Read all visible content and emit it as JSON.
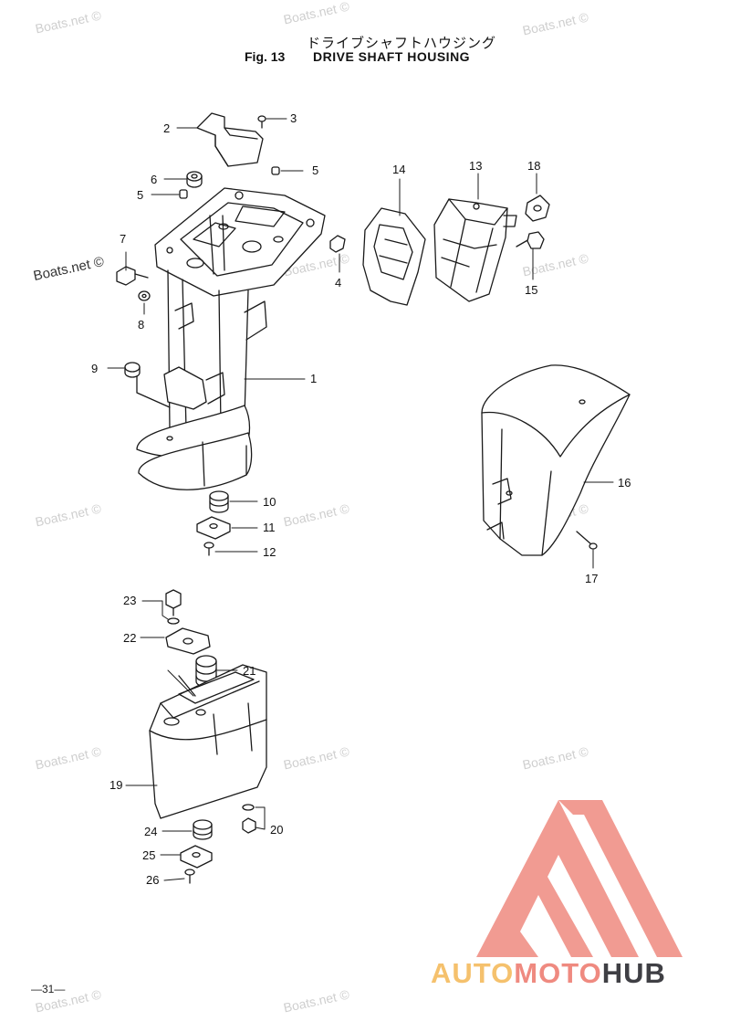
{
  "header": {
    "title_jp": "ドライブシャフトハウジング",
    "fig_label": "Fig. 13",
    "title_en": "DRIVE SHAFT HOUSING"
  },
  "page_number": "—31—",
  "watermark": {
    "text": "Boats.net ©"
  },
  "brand": {
    "part1": "AUTO",
    "part2": "MOTO",
    "part3": "HUB",
    "colors": {
      "logo": "#ef8a80",
      "auto": "#f5c16d",
      "moto": "#ef8a80",
      "hub": "#3f3f44"
    }
  },
  "callouts": {
    "n1": "1",
    "n2": "2",
    "n3": "3",
    "n4": "4",
    "n5a": "5",
    "n5b": "5",
    "n6": "6",
    "n7": "7",
    "n8": "8",
    "n9": "9",
    "n10": "10",
    "n11": "11",
    "n12": "12",
    "n13": "13",
    "n14": "14",
    "n15": "15",
    "n16": "16",
    "n17": "17",
    "n18": "18",
    "n19": "19",
    "n20": "20",
    "n21": "21",
    "n22": "22",
    "n23": "23",
    "n24": "24",
    "n25": "25",
    "n26": "26"
  }
}
